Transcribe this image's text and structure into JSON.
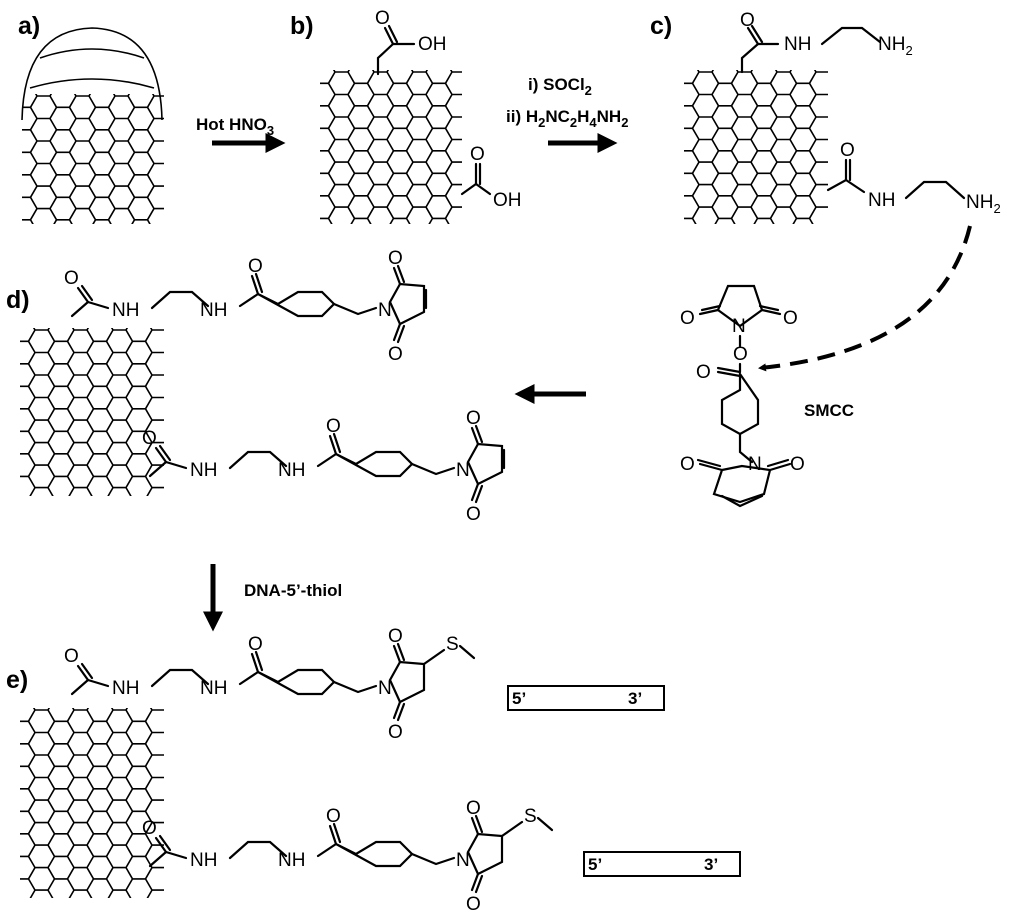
{
  "panels": {
    "a": "a)",
    "b": "b)",
    "c": "c)",
    "d": "d)",
    "e": "e)"
  },
  "reagents": {
    "step_ab": "Hot HNO",
    "step_ab_sub": "3",
    "step_bc_1": "i) SOCl",
    "step_bc_1_sub": "2",
    "step_bc_2": "ii) H",
    "step_bc_2_rest": "NC",
    "step_bc_2_rest2": "H",
    "step_bc_2_rest3": "NH",
    "sub_2": "2",
    "sub_4": "4",
    "smcc": "SMCC",
    "dna_thiol": "DNA-5’-thiol"
  },
  "atoms": {
    "O": "O",
    "OH": "OH",
    "NH": "NH",
    "NH2": "NH",
    "N": "N",
    "S": "S"
  },
  "dna": {
    "five_prime": "5’",
    "three_prime": "3’"
  }
}
